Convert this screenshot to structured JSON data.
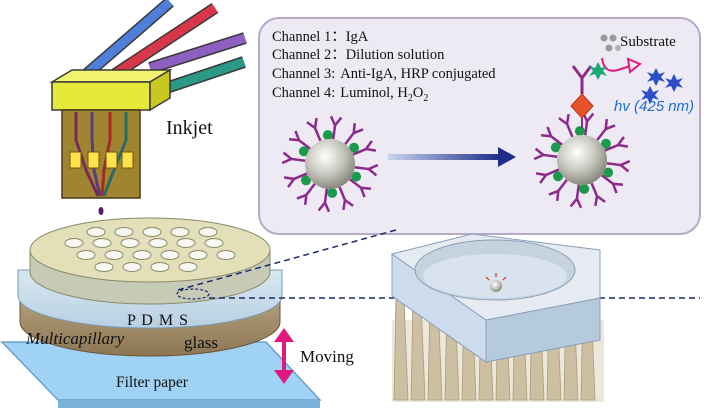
{
  "labels": {
    "inkjet": "Inkjet",
    "pdms": "P D M S",
    "multicapillary": "Multicapillary",
    "glass": "glass",
    "moving": "Moving",
    "filter_paper": "Filter paper",
    "substrate": "Substrate",
    "hv": "hv (425 nm)"
  },
  "channels": [
    {
      "name": "Channel 1：",
      "value": "IgA"
    },
    {
      "name": "Channel 2：",
      "value": "Dilution solution"
    },
    {
      "name": "Channel 3:",
      "value": "Anti-IgA, HRP conjugated"
    },
    {
      "name": "Channel 4:",
      "value": "Luminol, H",
      "sub": "2",
      "tail": "O",
      "sub2": "2"
    }
  ],
  "colors": {
    "tube_colors": [
      "#4f7fd8",
      "#d8374a",
      "#2a9a86",
      "#8c5fc0"
    ],
    "inkjet_head": "#e6e83c",
    "pdms_top": "#e3dfb8",
    "glass_body": "#a48f6d",
    "filter_paper": "#9fd2f4",
    "arrow": "#e0197d",
    "antibody": "#8c2a8c",
    "dot": "#1a9a4a",
    "panel_bg": "#eeeaf4"
  }
}
